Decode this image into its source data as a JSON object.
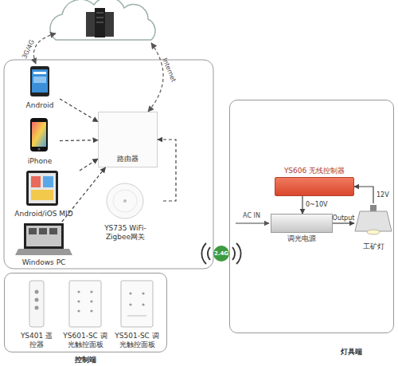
{
  "diagram": {
    "nodes": [
      {
        "text": [
          "Android"
        ]
      },
      {
        "text": [
          "iPhone"
        ]
      },
      {
        "text": [
          "路由器"
        ]
      },
      {
        "text": [
          "Android/iOS MID"
        ]
      },
      {
        "text": [
          "Windows PC"
        ]
      },
      {
        "text": [
          "YS735 WiFi-Zigbee网关"
        ]
      },
      {
        "text": [
          "2.4G"
        ]
      },
      {
        "text": [
          "控制端"
        ]
      },
      {
        "text": [
          "YS401 遥控器"
        ],
        "in": 7
      },
      {
        "text": [
          "YS601-SC 调光触控面板"
        ],
        "in": 7
      },
      {
        "text": [
          "YS501-SC 调光触控面板"
        ],
        "in": 7
      },
      {
        "text": [
          "灯具端"
        ]
      },
      {
        "text": [
          "YS606 无线控制器"
        ],
        "in": 11
      },
      {
        "text": [
          "调光电源"
        ],
        "in": 11
      },
      {
        "text": [
          "工矿灯"
        ],
        "in": 11
      }
    ],
    "edges": [
      {
        "from": 0,
        "to": 2,
        "arrow": "to"
      },
      {
        "from": 1,
        "to": 2,
        "arrow": "to"
      },
      {
        "from": 3,
        "to": 2,
        "arrow": "to"
      },
      {
        "from": 4,
        "to": 2,
        "arrow": "to"
      },
      {
        "from": 5,
        "to": 2,
        "arrow": "to"
      },
      {
        "from": 12,
        "to": 13,
        "label": "0~10V",
        "arrow": "to"
      },
      {
        "from": 14,
        "to": 12,
        "label": "12V",
        "arrow": "to"
      },
      {
        "from": 13,
        "to": 14,
        "label": "Output",
        "arrow": "to"
      }
    ],
    "labels": [
      "3G/4G",
      "Internet",
      "AC IN"
    ]
  }
}
